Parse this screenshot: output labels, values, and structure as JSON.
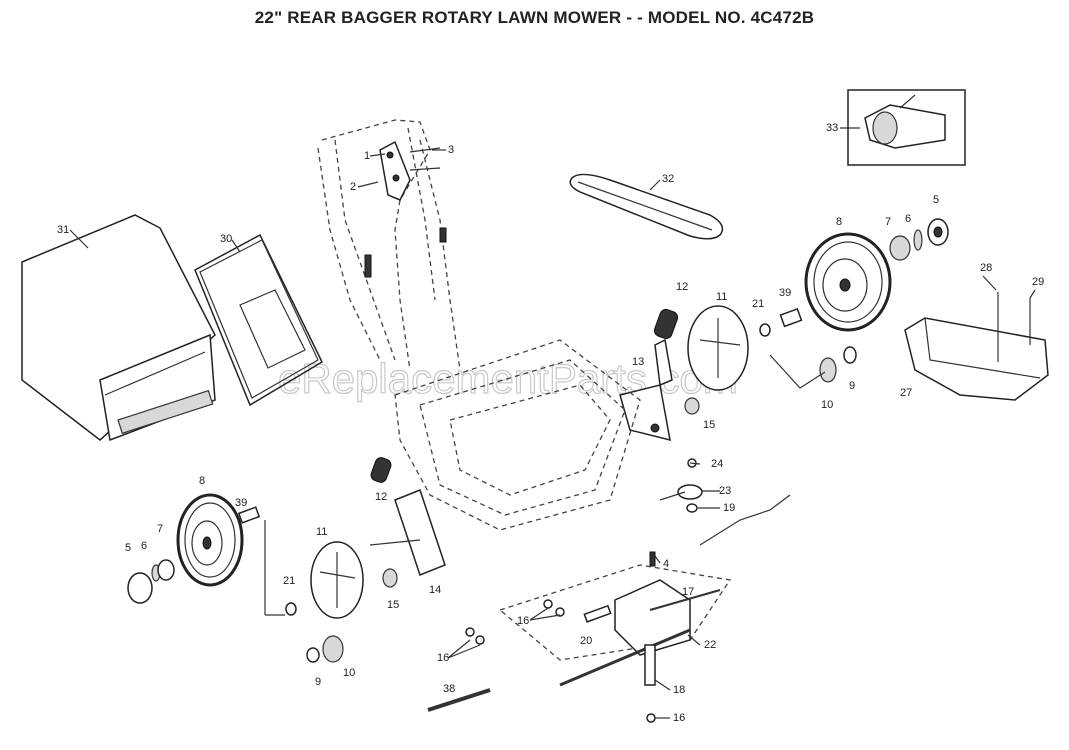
{
  "title": "22\" REAR BAGGER ROTARY LAWN MOWER - - MODEL NO. 4C472B",
  "watermark": "eReplacementParts.com",
  "labels": [
    "1",
    "2",
    "3",
    "31",
    "30",
    "32",
    "33",
    "5",
    "6",
    "7",
    "8",
    "28",
    "29",
    "27",
    "39",
    "21",
    "11",
    "12",
    "13",
    "15",
    "10",
    "9",
    "24",
    "23",
    "19",
    "12",
    "8",
    "39",
    "7",
    "6",
    "5",
    "11",
    "14",
    "21",
    "15",
    "10",
    "9",
    "4",
    "17",
    "16",
    "20",
    "22",
    "16",
    "18",
    "16",
    "38"
  ]
}
